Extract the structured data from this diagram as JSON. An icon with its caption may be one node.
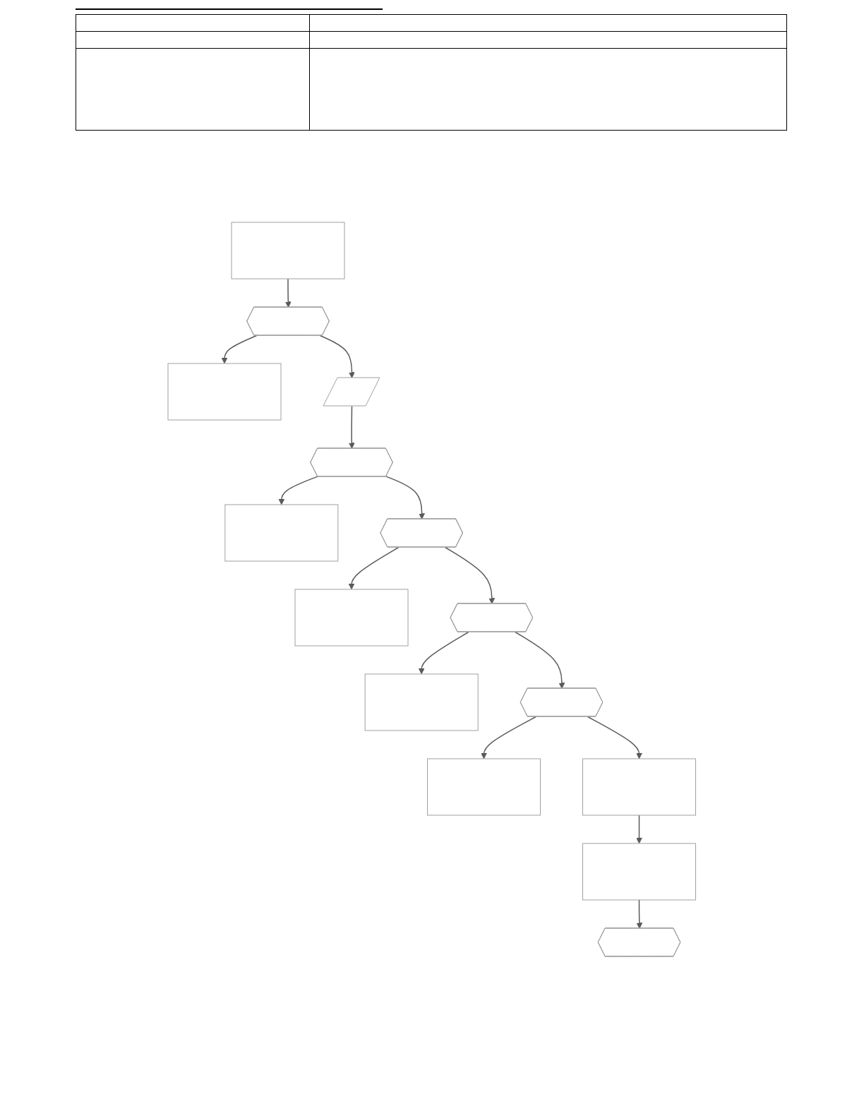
{
  "diagram": {
    "nodes": [
      {
        "text": [],
        "shape": "box"
      },
      {
        "text": [],
        "shape": "hexagon"
      },
      {
        "text": [],
        "shape": "box"
      },
      {
        "text": [],
        "shape": "parallelogram"
      },
      {
        "text": [],
        "shape": "hexagon"
      },
      {
        "text": [],
        "shape": "box"
      },
      {
        "text": [],
        "shape": "hexagon"
      },
      {
        "text": [],
        "shape": "box"
      },
      {
        "text": [],
        "shape": "hexagon"
      },
      {
        "text": [],
        "shape": "box"
      },
      {
        "text": [],
        "shape": "hexagon"
      },
      {
        "text": [],
        "shape": "box"
      },
      {
        "text": [],
        "shape": "box"
      },
      {
        "text": [],
        "shape": "box"
      },
      {
        "text": [],
        "shape": "hexagon"
      }
    ],
    "edges": [
      {
        "from": 0,
        "to": 1,
        "arrow": "to"
      },
      {
        "from": 1,
        "to": 2,
        "arrow": "to"
      },
      {
        "from": 1,
        "to": 3,
        "arrow": "to"
      },
      {
        "from": 3,
        "to": 4,
        "arrow": "to"
      },
      {
        "from": 4,
        "to": 5,
        "arrow": "to"
      },
      {
        "from": 4,
        "to": 6,
        "arrow": "to"
      },
      {
        "from": 6,
        "to": 7,
        "arrow": "to"
      },
      {
        "from": 6,
        "to": 8,
        "arrow": "to"
      },
      {
        "from": 8,
        "to": 9,
        "arrow": "to"
      },
      {
        "from": 8,
        "to": 10,
        "arrow": "to"
      },
      {
        "from": 10,
        "to": 11,
        "arrow": "to"
      },
      {
        "from": 10,
        "to": 12,
        "arrow": "to"
      },
      {
        "from": 12,
        "to": 13,
        "arrow": "to"
      },
      {
        "from": 13,
        "to": 14,
        "arrow": "to"
      }
    ]
  }
}
